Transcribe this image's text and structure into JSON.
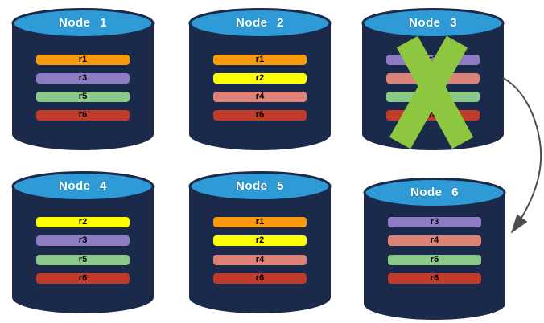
{
  "theme": {
    "background": "#FFFFFF",
    "cylinder_body_color": "#1B2A4A",
    "cylinder_top_color": "#2E9BD6",
    "node_label_color": "#FFFFFF",
    "replica_label_color": "#000000",
    "failure_x_color": "#8DC63F",
    "arrow_color": "#4D4D4D"
  },
  "replica_colors": {
    "r1": "#F89A0B",
    "r2": "#FBFF00",
    "r3": "#8D7CC4",
    "r4": "#DC8277",
    "r5": "#8BC98B",
    "r6": "#C13B2B"
  },
  "nodes": [
    {
      "label": "Node 1",
      "failed": false,
      "replicas": [
        {
          "name": "r1",
          "color": "#F89A0B"
        },
        {
          "name": "r3",
          "color": "#8D7CC4"
        },
        {
          "name": "r5",
          "color": "#8BC98B"
        },
        {
          "name": "r6",
          "color": "#C13B2B"
        }
      ]
    },
    {
      "label": "Node 2",
      "failed": false,
      "replicas": [
        {
          "name": "r1",
          "color": "#F89A0B"
        },
        {
          "name": "r2",
          "color": "#FBFF00"
        },
        {
          "name": "r4",
          "color": "#DC8277"
        },
        {
          "name": "r6",
          "color": "#C13B2B"
        }
      ]
    },
    {
      "label": "Node 3",
      "failed": true,
      "replicas": [
        {
          "name": "r3",
          "color": "#8D7CC4"
        },
        {
          "name": "r4",
          "color": "#DC8277"
        },
        {
          "name": "r5",
          "color": "#8BC98B"
        },
        {
          "name": "r6",
          "color": "#C13B2B"
        }
      ]
    },
    {
      "label": "Node 4",
      "failed": false,
      "replicas": [
        {
          "name": "r2",
          "color": "#FBFF00"
        },
        {
          "name": "r3",
          "color": "#8D7CC4"
        },
        {
          "name": "r5",
          "color": "#8BC98B"
        },
        {
          "name": "r6",
          "color": "#C13B2B"
        }
      ]
    },
    {
      "label": "Node 5",
      "failed": false,
      "replicas": [
        {
          "name": "r1",
          "color": "#F89A0B"
        },
        {
          "name": "r2",
          "color": "#FBFF00"
        },
        {
          "name": "r4",
          "color": "#DC8277"
        },
        {
          "name": "r6",
          "color": "#C13B2B"
        }
      ]
    },
    {
      "label": "Node 6",
      "failed": false,
      "replicas": [
        {
          "name": "r3",
          "color": "#8D7CC4"
        },
        {
          "name": "r4",
          "color": "#DC8277"
        },
        {
          "name": "r5",
          "color": "#8BC98B"
        },
        {
          "name": "r6",
          "color": "#C13B2B"
        }
      ]
    }
  ],
  "failure_mark": {
    "on": "Node 3",
    "shape": "x-mark"
  },
  "arrow": {
    "from": "Node 3",
    "to": "Node 6"
  }
}
